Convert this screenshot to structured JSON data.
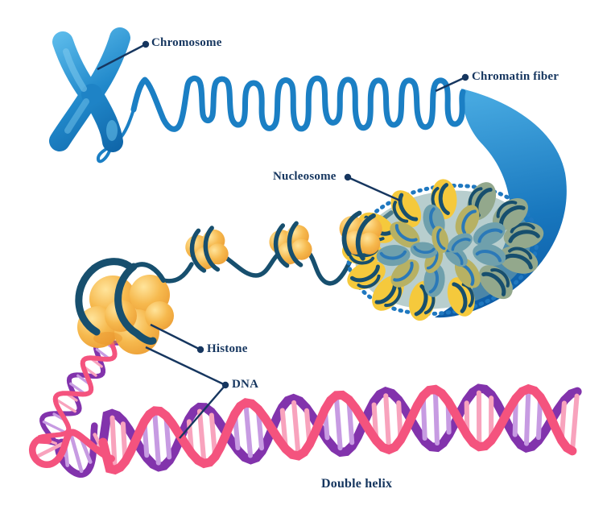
{
  "labels": {
    "chromosome": "Chromosome",
    "chromatin_fiber": "Chromatin fiber",
    "nucleosome": "Nucleosome",
    "histone": "Histone",
    "dna": "DNA",
    "double_helix": "Double helix"
  },
  "colors": {
    "chromosome_blue": "#1E83C6",
    "fiber_blue": "#1B7FC4",
    "band_blue_dark": "#0B5AA0",
    "wrap_navy": "#174F6E",
    "label_navy": "#16365F",
    "histone_orange": "#F3AE3C",
    "nucleosome_yellow": "#F5C93C",
    "cluster_olive": "#B7B163",
    "cluster_teal": "#6FA0AC",
    "helix_pink": "#F4537E",
    "helix_purple": "#8233AC",
    "rung_pink": "#F8A3BD",
    "rung_purple": "#C79BE2"
  }
}
